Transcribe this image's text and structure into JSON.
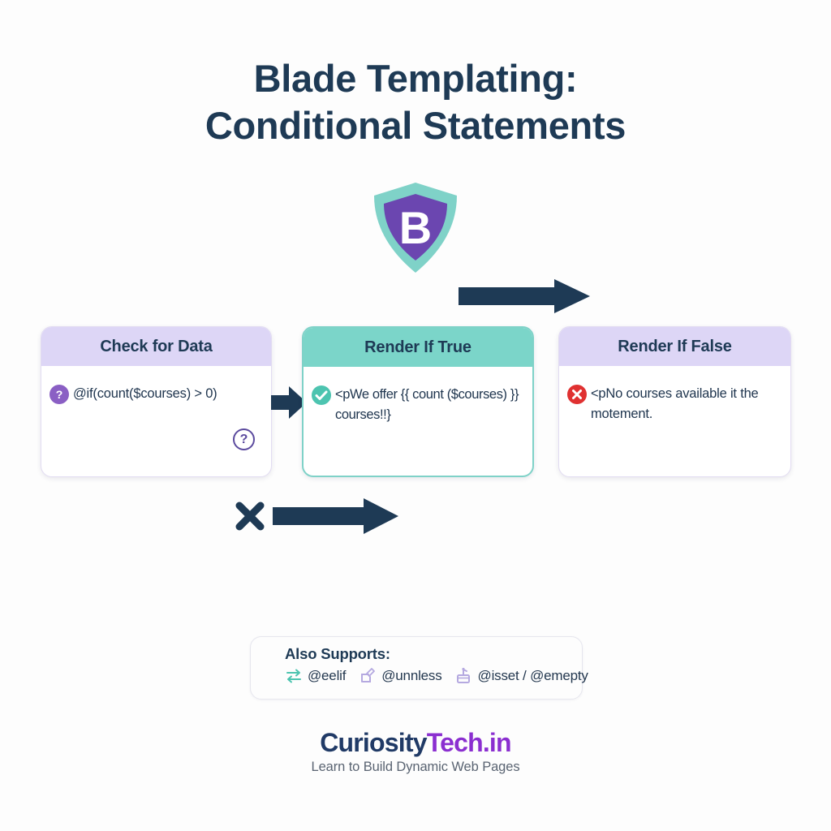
{
  "title": {
    "line1": "Blade Templating:",
    "line2": "Conditional Statements"
  },
  "logo": {
    "letter": "B",
    "shield_outer_color": "#7fd2c8",
    "shield_inner_color": "#6b46b0"
  },
  "colors": {
    "heading": "#1e3a55",
    "lavender_header": "#ddd6f6",
    "teal_header": "#7bd5c9",
    "purple_accent": "#8a5fc4",
    "teal_accent": "#4dc4b0",
    "red_accent": "#e03131",
    "arrow": "#1e3a55",
    "background": "#fdfdfd"
  },
  "cards": [
    {
      "title": "Check for Data",
      "icon": "question-circle-icon",
      "code": "@if(count($courses) > 0)",
      "secondary_icon": "question-outline-icon",
      "secondary_icon_label": "?"
    },
    {
      "title": "Render If True",
      "icon": "check-circle-icon",
      "code": "<pWe offer {{ count ($courses) }} courses!!}"
    },
    {
      "title": "Render If False",
      "icon": "error-circle-icon",
      "code": "<pNo courses available it the motement."
    }
  ],
  "arrows": {
    "top": "arrow-right-icon",
    "middle": "arrow-right-small-icon",
    "bottom_mark": "x-mark-icon",
    "bottom": "arrow-right-icon"
  },
  "supports": {
    "title": "Also Supports:",
    "items": [
      {
        "icon": "two-way-arrows-icon",
        "label": "@eelif"
      },
      {
        "icon": "branch-edit-icon",
        "label": "@unnless"
      },
      {
        "icon": "box-check-icon",
        "label": "@isset / @emepty"
      }
    ]
  },
  "footer": {
    "brand_part1": "Curiosity",
    "brand_part2": "Tech.in",
    "tagline": "Learn to Build Dynamic Web Pages"
  }
}
